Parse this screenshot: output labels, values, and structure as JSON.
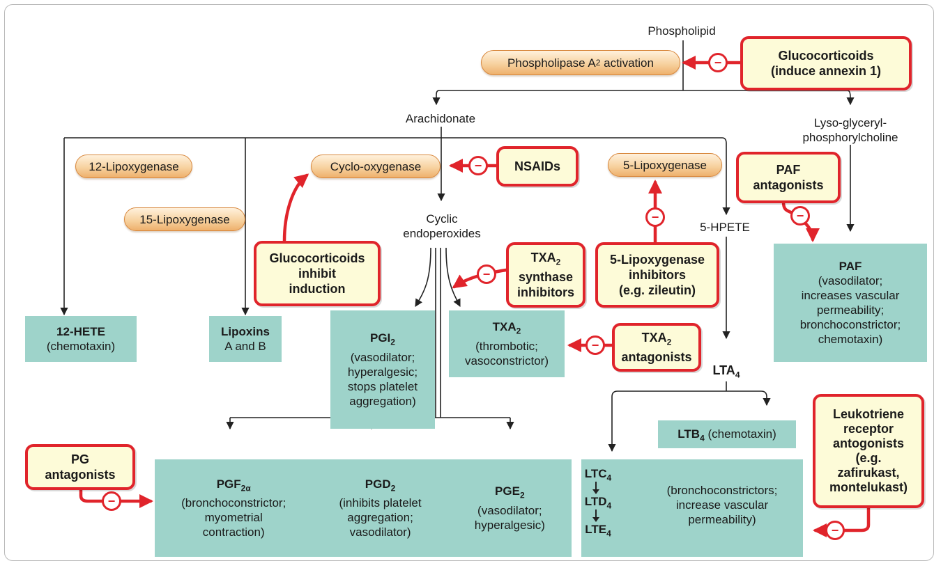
{
  "nodes": {
    "phospholipid": "Phospholipid",
    "arachidonate": "Arachidonate",
    "lyso_line1": "Lyso-glyceryl-",
    "lyso_line2": "phosphorylcholine",
    "cyclic_line1": "Cyclic",
    "cyclic_line2": "endoperoxides",
    "hpete": "5-HPETE",
    "lta4": "LTA",
    "lta4_sub": "4"
  },
  "enzymes": {
    "pla2": "Phospholipase A",
    "pla2_sub": "2",
    "pla2_suffix": " activation",
    "lox12": "12-Lipoxygenase",
    "lox15": "15-Lipoxygenase",
    "cox": "Cyclo-oxygenase",
    "lox5": "5-Lipoxygenase"
  },
  "drugs": {
    "gluco_top_1": "Glucocorticoids",
    "gluco_top_2": "(induce annexin 1)",
    "nsaids": "NSAIDs",
    "paf_ant_1": "PAF",
    "paf_ant_2": "antagonists",
    "gluco_mid_1": "Glucocorticoids",
    "gluco_mid_2": "inhibit",
    "gluco_mid_3": "induction",
    "txa2_syn_1": "TXA",
    "txa2_syn_sub": "2",
    "txa2_syn_2": "synthase",
    "txa2_syn_3": "inhibitors",
    "lox5_inh_1": "5-Lipoxygenase",
    "lox5_inh_2": "inhibitors",
    "lox5_inh_3": "(e.g. zileutin)",
    "txa2_ant_1": "TXA",
    "txa2_ant_sub": "2",
    "txa2_ant_2": "antagonists",
    "pg_ant_1": "PG",
    "pg_ant_2": "antagonists",
    "lt_ant_1": "Leukotriene",
    "lt_ant_2": "receptor",
    "lt_ant_3": "antogonists",
    "lt_ant_4": "(e.g.",
    "lt_ant_5": "zafirukast,",
    "lt_ant_6": "montelukast)"
  },
  "products": {
    "hete_title": "12-HETE",
    "hete_desc": "(chemotaxin)",
    "lipoxins_title": "Lipoxins",
    "lipoxins_desc": "A and B",
    "pgi2_title": "PGI",
    "pgi2_sub": "2",
    "pgi2_d1": "(vasodilator;",
    "pgi2_d2": "hyperalgesic;",
    "pgi2_d3": "stops platelet",
    "pgi2_d4": "aggregation)",
    "txa2_title": "TXA",
    "txa2_sub": "2",
    "txa2_d1": "(thrombotic;",
    "txa2_d2": "vasoconstrictor)",
    "paf_title": "PAF",
    "paf_d1": "(vasodilator;",
    "paf_d2": "increases vascular",
    "paf_d3": "permeability;",
    "paf_d4": "bronchoconstrictor;",
    "paf_d5": "chemotaxin)",
    "ltb4_title": "LTB",
    "ltb4_sub": "4",
    "ltb4_desc": " (chemotaxin)",
    "pgf_title": "PGF",
    "pgf_sub": "2α",
    "pgf_d1": "(bronchoconstrictor;",
    "pgf_d2": "myometrial",
    "pgf_d3": "contraction)",
    "pgd_title": "PGD",
    "pgd_sub": "2",
    "pgd_d1": "(inhibits platelet",
    "pgd_d2": "aggregation;",
    "pgd_d3": "vasodilator)",
    "pge_title": "PGE",
    "pge_sub": "2",
    "pge_d1": "(vasodilator;",
    "pge_d2": "hyperalgesic)",
    "ltc4": "LTC",
    "ltc4_sub": "4",
    "ltd4": "LTD",
    "ltd4_sub": "4",
    "lte4": "LTE",
    "lte4_sub": "4",
    "lt_d1": "(bronchoconstrictors;",
    "lt_d2": "increase vascular",
    "lt_d3": "permeability)"
  },
  "inhibit_symbol": "−",
  "colors": {
    "drug_border": "#e0242b",
    "drug_fill": "#fdfbd8",
    "product_fill": "#9ed3ca",
    "enzyme_fill": "#f7d2a0",
    "arrow_black": "#222222"
  }
}
